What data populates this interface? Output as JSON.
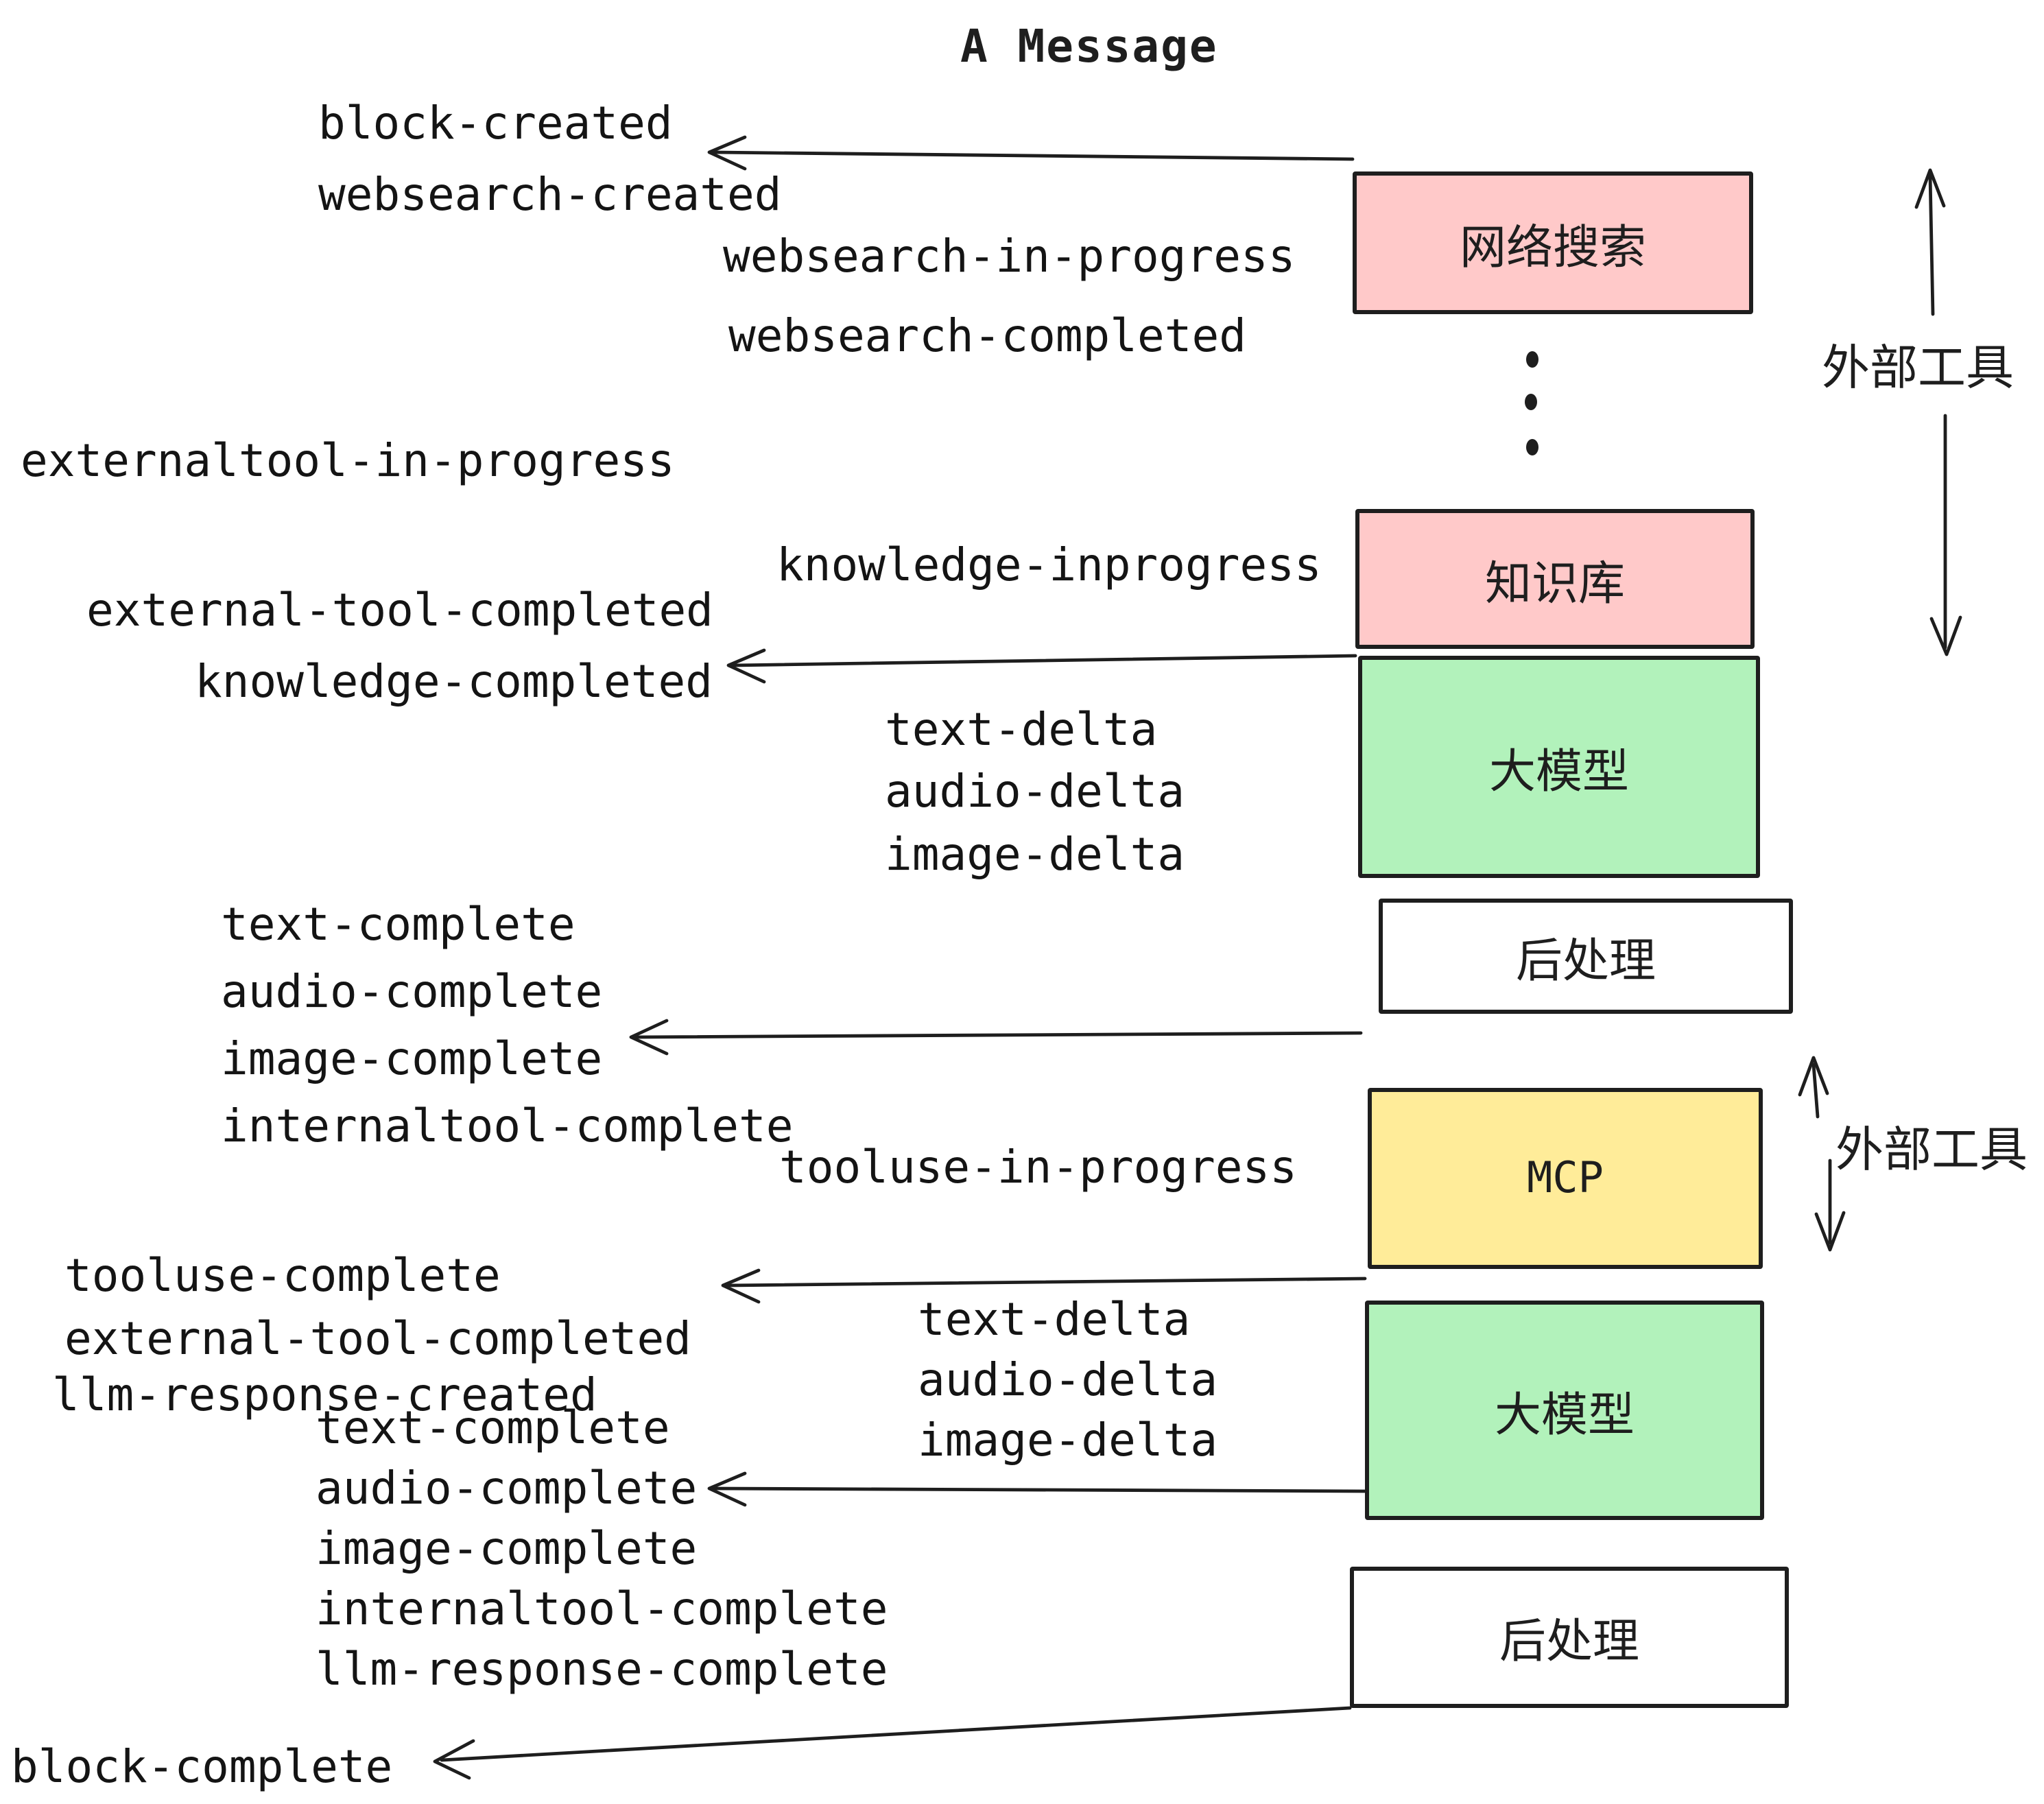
{
  "title": "A Message",
  "events": {
    "block_created": "block-created",
    "websearch_created": "websearch-created",
    "websearch_in_progress": "websearch-in-progress",
    "websearch_completed": "websearch-completed",
    "externaltool_in_progress": "externaltool-in-progress",
    "knowledge_inprogress": "knowledge-inprogress",
    "external_tool_completed": "external-tool-completed",
    "knowledge_completed": "knowledge-completed",
    "text_delta": "text-delta",
    "audio_delta": "audio-delta",
    "image_delta": "image-delta",
    "text_complete": "text-complete",
    "audio_complete": "audio-complete",
    "image_complete": "image-complete",
    "internaltool_complete": "internaltool-complete",
    "tooluse_in_progress": "tooluse-in-progress",
    "tooluse_complete": "tooluse-complete",
    "llm_response_created": "llm-response-created",
    "llm_response_complete": "llm-response-complete",
    "block_complete": "block-complete"
  },
  "boxes": [
    {
      "id": "websearch",
      "label": "网络搜索",
      "color": "#ffc9c9"
    },
    {
      "id": "knowledge",
      "label": "知识库",
      "color": "#ffc9c9"
    },
    {
      "id": "llm-1",
      "label": "大模型",
      "color": "#b2f2bb"
    },
    {
      "id": "postprocess-1",
      "label": "后处理",
      "color": "#ffffff"
    },
    {
      "id": "mcp",
      "label": "MCP",
      "color": "#ffec99"
    },
    {
      "id": "llm-2",
      "label": "大模型",
      "color": "#b2f2bb"
    },
    {
      "id": "postprocess-2",
      "label": "后处理",
      "color": "#ffffff"
    }
  ],
  "side": {
    "external_tools": "外部工具"
  },
  "colors": {
    "ink": "#1e1e1e",
    "box_pink": "#ffc9c9",
    "box_green": "#b2f2bb",
    "box_yellow": "#ffec99",
    "box_white": "#ffffff",
    "background": "#ffffff"
  }
}
